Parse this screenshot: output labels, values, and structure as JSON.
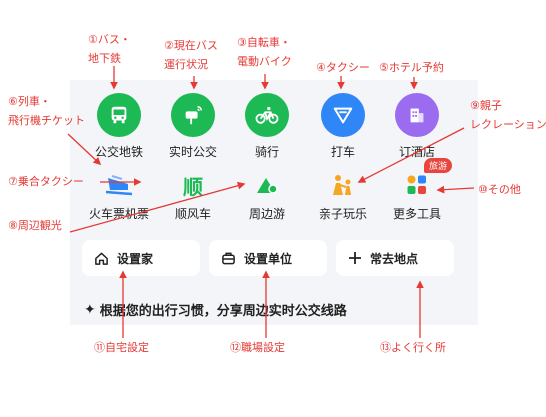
{
  "row1": [
    {
      "label": "公交地铁",
      "color": "#1db954"
    },
    {
      "label": "实时公交",
      "color": "#1db954"
    },
    {
      "label": "骑行",
      "color": "#1db954"
    },
    {
      "label": "打车",
      "color": "#2f86f6"
    },
    {
      "label": "订酒店",
      "color": "#9b6cf0"
    }
  ],
  "row2": [
    {
      "label": "火车票机票"
    },
    {
      "label": "顺风车",
      "glyph": "顺"
    },
    {
      "label": "周边游"
    },
    {
      "label": "亲子玩乐"
    },
    {
      "label": "更多工具",
      "badge": "旅游"
    }
  ],
  "cards": [
    {
      "label": "设置家"
    },
    {
      "label": "设置单位"
    },
    {
      "label": "常去地点"
    }
  ],
  "banner": {
    "text": "根据您的出行习惯，分享周边实时公交线路"
  },
  "annotations": {
    "a1": [
      "①バス・",
      "地下鉄"
    ],
    "a2": [
      "②現在バス",
      "運行状況"
    ],
    "a3": [
      "③自転車・",
      "電動バイク"
    ],
    "a4": "④タクシー",
    "a5": "⑤ホテル予約",
    "a6": [
      "⑥列車・",
      "飛行機チケット"
    ],
    "a7": "⑦乗合タクシー",
    "a8": "⑧周辺観光",
    "a9": [
      "⑨親子",
      "レクレーション"
    ],
    "a10": "⑩その他",
    "a11": "⑪自宅設定",
    "a12": "⑫職場設定",
    "a13": "⑬よく行く所"
  },
  "colors": {
    "green": "#1db954",
    "blue": "#2f86f6",
    "purple": "#9b6cf0",
    "annotation": "#e53935",
    "badge": "#e8453c"
  }
}
